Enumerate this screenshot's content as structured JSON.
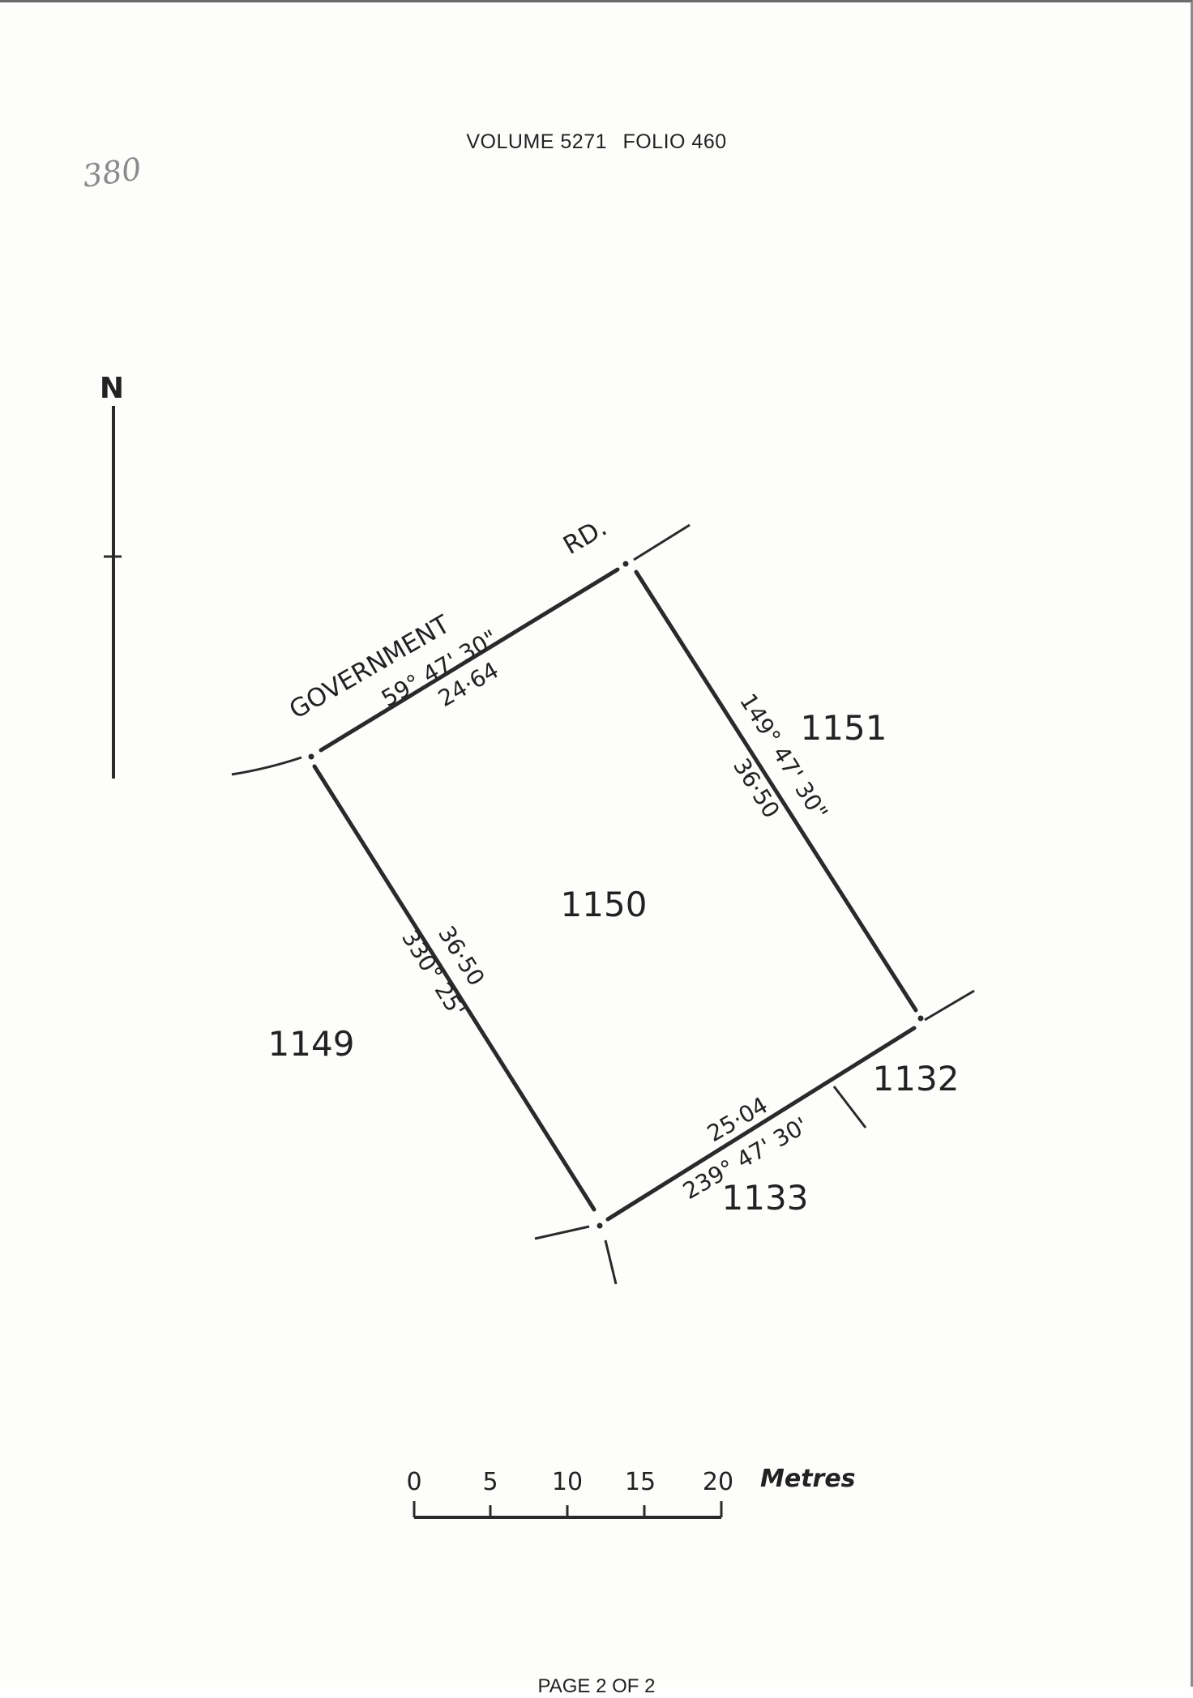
{
  "header": {
    "volume": "VOLUME 5271",
    "folio": "FOLIO 460"
  },
  "handwritten_note": "380",
  "north_arrow": {
    "label": "N"
  },
  "road": {
    "name_part1": "GOVERNMENT",
    "name_part2": "RD."
  },
  "lots": {
    "subject": "1150",
    "north_east": "1151",
    "west": "1149",
    "east": "1132",
    "south": "1133"
  },
  "boundaries": {
    "north": {
      "bearing": "59° 47' 30\"",
      "distance": "24·64"
    },
    "east": {
      "bearing": "149° 47' 30\"",
      "distance": "36·50"
    },
    "south": {
      "bearing": "239° 47' 30'",
      "distance": "25·04"
    },
    "west": {
      "bearing": "330° 25'",
      "distance": "36·50"
    }
  },
  "scale_bar": {
    "ticks": [
      "0",
      "5",
      "10",
      "15",
      "20"
    ],
    "unit": "Metres"
  },
  "footer": {
    "page": "PAGE 2 OF 2"
  }
}
